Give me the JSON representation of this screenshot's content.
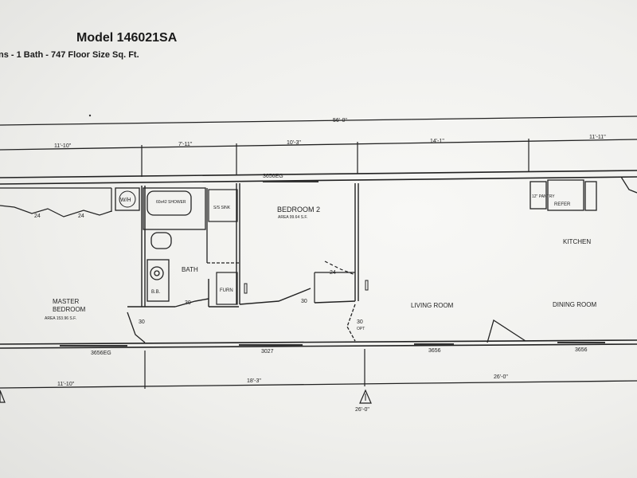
{
  "header": {
    "title": "Model 146021SA",
    "subtitle": "ns - 1 Bath - 747 Floor Size Sq. Ft."
  },
  "dimensions": {
    "overall": "56'-0\"",
    "segments_top": [
      "11'-10\"",
      "7'-11\"",
      "10'-3\"",
      "14'-1\"",
      "11'-11\""
    ],
    "segments_bottom": [
      "11'-10\"",
      "18'-3\"",
      "26'-0\""
    ],
    "marker_label": "26'-0\""
  },
  "windows": {
    "top": "3656EG",
    "bottom_left": "3656EG",
    "bottom_mid": "3027",
    "bottom_living": "3656",
    "bottom_dining": "3656"
  },
  "rooms": {
    "master_name_1": "MASTER",
    "master_name_2": "BEDROOM",
    "master_area": "AREA 153.96 S.F.",
    "bedroom2_name": "BEDROOM 2",
    "bedroom2_area": "AREA 99.64 S.F.",
    "bath": "BATH",
    "living": "LIVING ROOM",
    "dining": "DINING ROOM",
    "kitchen": "KITCHEN"
  },
  "fixtures": {
    "wh": "W/H",
    "tub": "60x42 SHOWER",
    "sink": "S/S SINK",
    "furn": "FURN",
    "bb": "B.B.",
    "refer": "REFER",
    "pantry": "12\" PANTRY",
    "opt": "OPT"
  },
  "door_sizes": {
    "closet_24_a": "24",
    "closet_24_b": "24",
    "closet_24_c": "24",
    "door_30_a": "30",
    "door_30_b": "30",
    "door_30_c": "30",
    "door_30_d": "30"
  }
}
